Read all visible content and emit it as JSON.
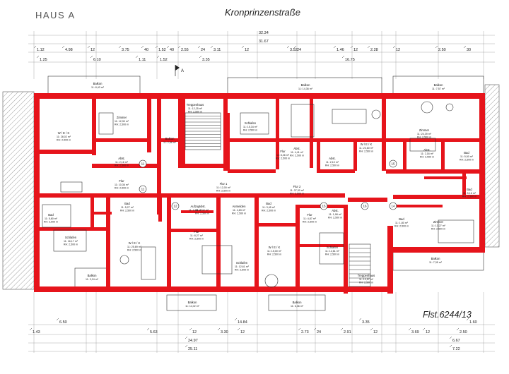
{
  "header": {
    "house_label": "HAUS A",
    "street": "Kronprinzenstraße"
  },
  "parcel": "Flst.6244/13",
  "top_dimensions": {
    "total": "32.34",
    "row2": "31.67",
    "row3": [
      "1.12",
      "4.98",
      "12",
      "3.75",
      "40",
      "1.52",
      "40",
      "2.55",
      "24",
      "3.11",
      "12",
      "3.52",
      "24",
      "1.46",
      "12",
      "2.28",
      "12",
      "2.50",
      "30"
    ],
    "row4": [
      "1.25",
      "6.10",
      "1.11",
      "1.52",
      "3.35",
      "16.75"
    ]
  },
  "bottom_dimensions": {
    "row1": [
      "6.50",
      "14.84",
      "3.35",
      "1.60"
    ],
    "row2": [
      "1.43",
      "5.63",
      "12",
      "3.30",
      "12",
      "2.73",
      "24",
      "2.91",
      "12",
      "3.69",
      "12",
      "2.50"
    ],
    "row3": [
      "24.97",
      "6.67"
    ],
    "row4": [
      "25.11",
      "7.22"
    ]
  },
  "rooms": [
    {
      "name": "Zimmer",
      "area": "11: 12,30 m²",
      "floor": "RH: 2,500 m"
    },
    {
      "name": "W / E / K",
      "area": "11: 28,02 m²",
      "floor": "RH: 2,500 m"
    },
    {
      "name": "Abst.",
      "area": "11: 2,16 m²",
      "floor": "RH: 2,500 m"
    },
    {
      "name": "Flur",
      "area": "11: 10,36 m²",
      "floor": "RH: 2,500 m"
    },
    {
      "name": "Bad",
      "area": "11: 5,80 m²",
      "floor": "RH: 2,500 m"
    },
    {
      "name": "Schlafen",
      "area": "11: 16,17 m²",
      "floor": "RH: 2,500 m"
    },
    {
      "name": "Balkon",
      "area": "11: 3,24 m²",
      "floor": ""
    },
    {
      "name": "Bad",
      "area": "11: 5,27 m²",
      "floor": "RH: 2,500 m"
    },
    {
      "name": "W / E / K",
      "area": "11: 25,69 m²",
      "floor": "RH: 2,500 m"
    },
    {
      "name": "Treppenhaus",
      "area": "11: 12,25 m²",
      "floor": "RH: 2,500 m"
    },
    {
      "name": "Balkon",
      "area": "11: 2,88 m²",
      "floor": ""
    },
    {
      "name": "Flur 1",
      "area": "11: 12,00 m²",
      "floor": "RH: 2,500 m"
    },
    {
      "name": "Aufzug",
      "area": "11: 2,88 m²",
      "floor": ""
    },
    {
      "name": "Abst.",
      "area": "11: 2,42 m²",
      "floor": "RH: 2,500 m"
    },
    {
      "name": "Flur",
      "area": "11: 8,27 m²",
      "floor": "RH: 2,500 m"
    },
    {
      "name": "Schlafen",
      "area": "11: 15,34 m²",
      "floor": "RH: 2,500 m"
    },
    {
      "name": "Flur",
      "area": "11: 8,26 m²",
      "floor": "RH: 2,500 m"
    },
    {
      "name": "Abst.",
      "area": "11: 4,41 m²",
      "floor": "RH: 2,500 m"
    },
    {
      "name": "Flur 2",
      "area": "11: 37,30 m²",
      "floor": "RH: 2,500 m"
    },
    {
      "name": "Anmelden",
      "area": "11: 4,83 m²",
      "floor": "RH: 2,500 m"
    },
    {
      "name": "Bad",
      "area": "11: 3,45 m²",
      "floor": "RH: 2,500 m"
    },
    {
      "name": "Schlafen",
      "area": "11: 12,61 m²",
      "floor": "RH: 2,500 m"
    },
    {
      "name": "W / E / K",
      "area": "11: 15,00 m²",
      "floor": "RH: 2,500 m"
    },
    {
      "name": "Flur",
      "area": "11: 4,87 m²",
      "floor": "RH: 2,500 m"
    },
    {
      "name": "Abst.",
      "area": "11: 1,98 m²",
      "floor": "RH: 2,500 m"
    },
    {
      "name": "Schlafen",
      "area": "11: 12,61 m²",
      "floor": "RH: 2,500 m"
    },
    {
      "name": "W / E / K",
      "area": "11: 23,60 m²",
      "floor": "RH: 2,500 m"
    },
    {
      "name": "Abst.",
      "area": "11: 2,10 m²",
      "floor": "RH: 2,500 m"
    },
    {
      "name": "Zimmer",
      "area": "11: 24,39 m²",
      "floor": "RH: 2,500 m"
    },
    {
      "name": "Abst.",
      "area": "11: 2,16 m²",
      "floor": "RH: 2,500 m"
    },
    {
      "name": "Bad",
      "area": "11: 5,50 m²",
      "floor": "RH: 2,500 m"
    },
    {
      "name": "Zimmer",
      "area": "11: 13,27 m²",
      "floor": "RH: 2,500 m"
    },
    {
      "name": "Bad",
      "area": "11: 1,80 m²",
      "floor": "RH: 2,500 m"
    },
    {
      "name": "Treppenhaus",
      "area": "11: 13,57 m²",
      "floor": "RH: 2,500 m"
    },
    {
      "name": "Bad",
      "area": "11: 5,16 m²",
      "floor": "RH: 2,500 m"
    }
  ],
  "balconies": [
    {
      "name": "Balkon",
      "area": "11: 8,43 m²"
    },
    {
      "name": "Balkon",
      "area": "11: 14,36 m²"
    },
    {
      "name": "Balkon",
      "area": "11: 7,57 m²"
    },
    {
      "name": "Balkon",
      "area": "11: 11,02 m²"
    },
    {
      "name": "Balkon",
      "area": "11: 6,36 m²"
    },
    {
      "name": "Balkon",
      "area": "11: 7,35 m²"
    }
  ],
  "stair_numbers": [
    "11",
    "11",
    "12",
    "14",
    "15",
    "16",
    "15"
  ]
}
